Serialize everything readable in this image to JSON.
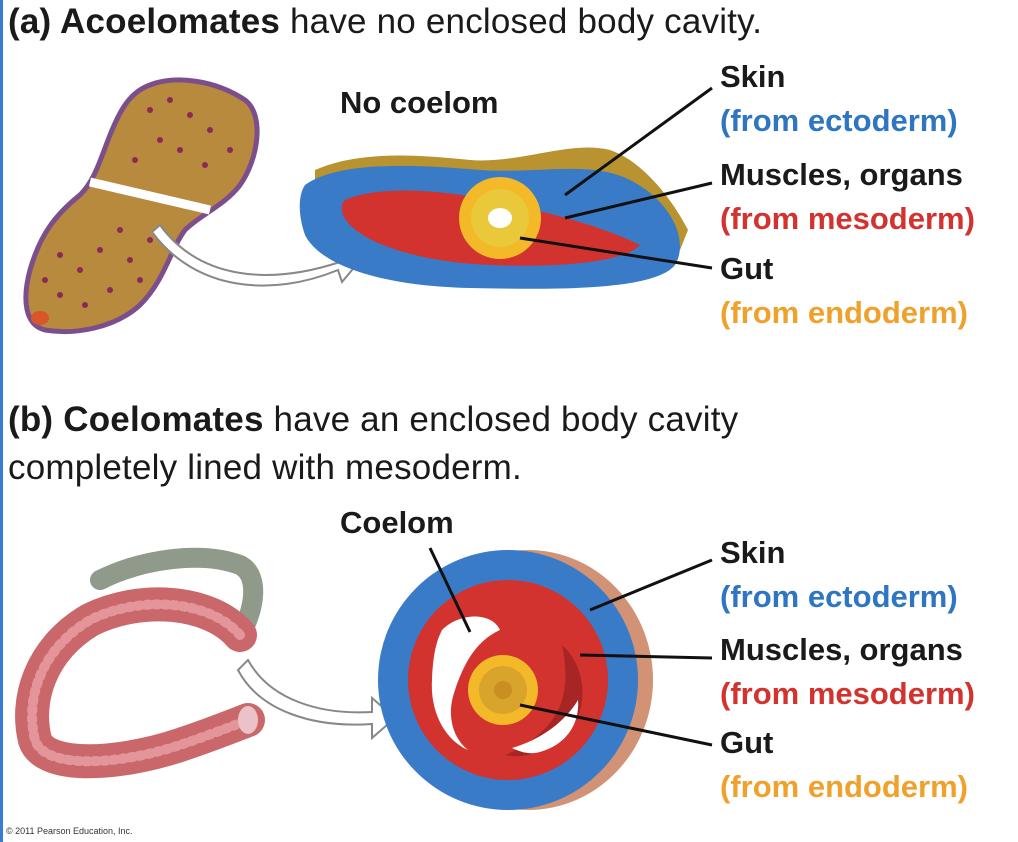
{
  "section_a": {
    "prefix": "(a) ",
    "title_bold": "Acoelomates",
    "title_rest": " have no enclosed body cavity.",
    "cavity_label": "No coelom",
    "skin_label": "Skin",
    "skin_origin": "(from ectoderm)",
    "muscle_label": "Muscles, organs",
    "muscle_origin": "(from mesoderm)",
    "gut_label": "Gut",
    "gut_origin": "(from endoderm)"
  },
  "section_b": {
    "prefix": "(b) ",
    "title_bold": "Coelomates",
    "title_rest": " have an enclosed body cavity",
    "title_line2": "completely lined with mesoderm.",
    "cavity_label": "Coelom",
    "skin_label": "Skin",
    "skin_origin": "(from ectoderm)",
    "muscle_label": "Muscles, organs",
    "muscle_origin": "(from mesoderm)",
    "gut_label": "Gut",
    "gut_origin": "(from endoderm)"
  },
  "copyright": "© 2011 Pearson Education, Inc.",
  "colors": {
    "ectoderm": "#2e75c2",
    "mesoderm": "#d2332e",
    "endoderm": "#f0a12b",
    "flatworm": "#b88a3e",
    "earthworm": "#c9676b"
  }
}
